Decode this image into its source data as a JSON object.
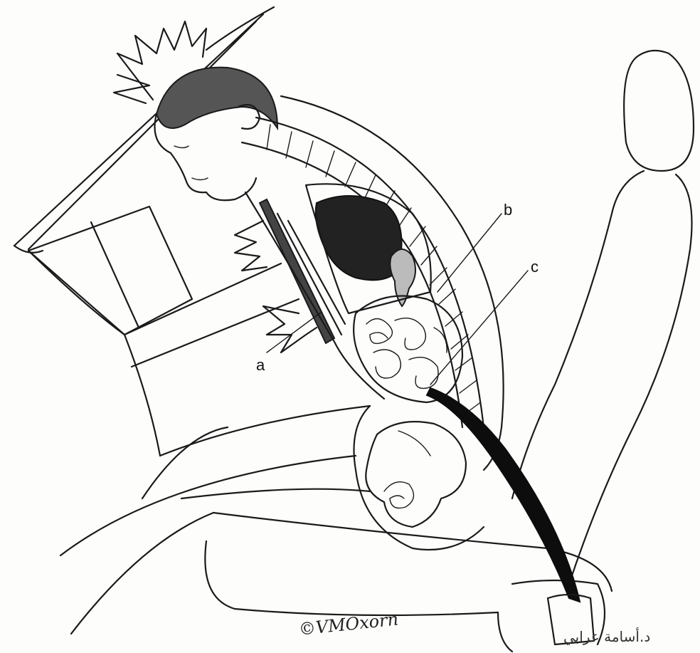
{
  "labels": {
    "a": "a",
    "b": "b",
    "c": "c"
  },
  "signature": "©VMOxorn",
  "author_credit": "د.أسامة عرابي",
  "colors": {
    "ink": "#1a1a1a",
    "hair": "#555555",
    "lung": "#222222",
    "belt": "#0d0d0d",
    "paper": "#fdfdfc"
  }
}
